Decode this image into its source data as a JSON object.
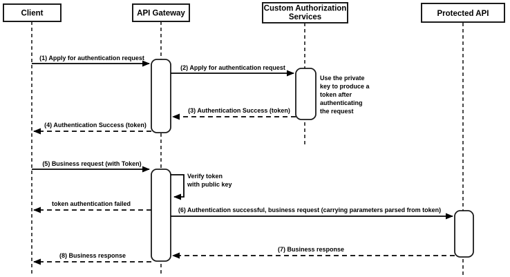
{
  "diagram_type": "uml-sequence-diagram",
  "colors": {
    "stroke": "#000000",
    "box_fill": "#ffffff",
    "text": "#000000",
    "background": "#ffffff"
  },
  "participants": [
    {
      "id": "client",
      "label": "Client"
    },
    {
      "id": "api-gateway",
      "label": "API Gateway"
    },
    {
      "id": "custom-authorization-services",
      "label": "Custom Authorization Services",
      "lines": [
        "Custom Authorization",
        "Services"
      ]
    },
    {
      "id": "protected-api",
      "label": "Protected API"
    }
  ],
  "messages": [
    {
      "seq": "1",
      "label": "(1) Apply for authentication request",
      "from": "Client",
      "to": "API Gateway",
      "style": "solid"
    },
    {
      "seq": "2",
      "label": "(2) Apply for authentication request",
      "from": "API Gateway",
      "to": "Custom Authorization Services",
      "style": "solid"
    },
    {
      "seq": "3",
      "label": "(3) Authentication Success (token)",
      "from": "Custom Authorization Services",
      "to": "API Gateway",
      "style": "dashed"
    },
    {
      "seq": "4",
      "label": "(4) Authentication Success (token)",
      "from": "API Gateway",
      "to": "Client",
      "style": "dashed"
    },
    {
      "seq": "5",
      "label": "(5) Business request (with Token)",
      "from": "Client",
      "to": "API Gateway",
      "style": "solid"
    },
    {
      "seq": "",
      "label": "token authentication failed",
      "from": "API Gateway",
      "to": "Client",
      "style": "dashed"
    },
    {
      "seq": "6",
      "label": "(6) Authentication successful, business request (carrying parameters parsed from token)",
      "from": "API Gateway",
      "to": "Protected API",
      "style": "solid"
    },
    {
      "seq": "7",
      "label": "(7) Business response",
      "from": "Protected API",
      "to": "API Gateway",
      "style": "dashed"
    },
    {
      "seq": "8",
      "label": "(8) Business response",
      "from": "API Gateway",
      "to": "Client",
      "style": "dashed"
    }
  ],
  "self_message": {
    "on": "API Gateway",
    "lines": [
      "Verify token",
      "with public key"
    ]
  },
  "note": {
    "attached_to": "Custom Authorization Services",
    "lines": [
      "Use the private",
      "key to produce a",
      "token after",
      "authenticating",
      "the request"
    ]
  }
}
